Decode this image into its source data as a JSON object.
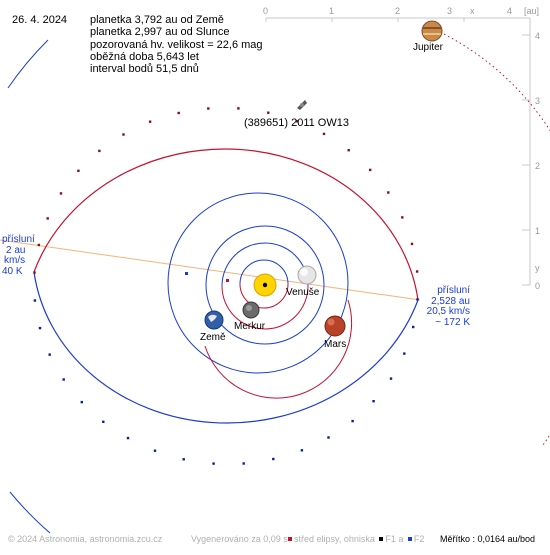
{
  "date": "26. 4. 2024",
  "info": {
    "line1": "planetka 3,792 au od Země",
    "line2": "planetka 2,997 au od Slunce",
    "line3": "pozorovaná hv. velikost = 22,6 mag",
    "line4": "oběžná doba 5,643 let",
    "line5": "interval bodů 51,5 dnů"
  },
  "asteroid_name": "(389651) 2011 OW13",
  "planets": {
    "jupiter": "Jupiter",
    "venus": "Venuše",
    "mercury": "Merkur",
    "earth": "Země",
    "mars": "Mars"
  },
  "perihelion": {
    "title": "přísluní",
    "dist": "2,528 au",
    "speed": "20,5 km/s",
    "temp": "~ 172 K"
  },
  "aphelion_partial": {
    "title": "přísluní",
    "dist": "2 au",
    "speed": "km/s",
    "temp": "40 K"
  },
  "scale_axis": {
    "unit": "[au]",
    "x_marker": "x",
    "y_marker": "y",
    "x_ticks": [
      "0",
      "1",
      "2",
      "3",
      "4"
    ],
    "y_ticks": [
      "4",
      "3",
      "2",
      "1",
      "0"
    ]
  },
  "footer": {
    "copyright": "© 2024 Astronomia, astronomia.zcu.cz",
    "generated": "Vygenerováno za 0,09 s",
    "ellipse_center": "střed elipsy, ohniska",
    "f1": "F1 a",
    "f2": "F2",
    "scale": "Měřítko : 0,0164 au/bod"
  },
  "colors": {
    "orbit_blue": "#1a3cd6",
    "orbit_red": "#c8102e",
    "axis_gray": "#c0c0c0",
    "apsis_line": "#f4b27a",
    "sun": "#ffd400"
  }
}
